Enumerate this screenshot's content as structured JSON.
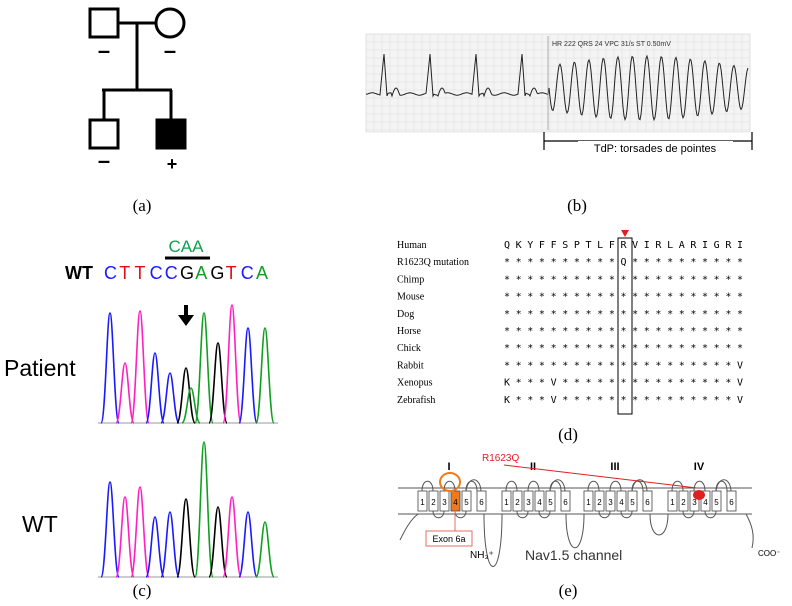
{
  "panel_a": {
    "caption": "(a)",
    "father_sign": "–",
    "mother_sign": "–",
    "sibling_sign": "–",
    "proband_sign": "+"
  },
  "panel_b": {
    "caption": "(b)",
    "ecg_header": "HR 222   QRS 24   VPC 31/s   ST 0.50mV",
    "tdp_label": "TdP: torsades de pointes"
  },
  "panel_c": {
    "caption": "(c)",
    "mutant_codon": "CAA",
    "wt_prefix": "WT",
    "wt_bases": [
      "C",
      "T",
      "T",
      "C",
      "C",
      "G",
      "A",
      "G",
      "T",
      "C",
      "A"
    ],
    "wt_base_colors": [
      "#1a1aff",
      "#e01010",
      "#e01010",
      "#1a1aff",
      "#1a1aff",
      "#000000",
      "#10a020",
      "#000000",
      "#e01010",
      "#1a1aff",
      "#10a020"
    ],
    "patient_label": "Patient",
    "wt_label": "WT"
  },
  "panel_d": {
    "caption": "(d)",
    "rows": [
      {
        "name": "Human",
        "seq": [
          "Q",
          "K",
          "Y",
          "F",
          "F",
          "S",
          "P",
          "T",
          "L",
          "F",
          "R",
          "V",
          "I",
          "R",
          "L",
          "A",
          "R",
          "I",
          "G",
          "R",
          "I"
        ]
      },
      {
        "name": "R1623Q mutation",
        "seq": [
          "*",
          "*",
          "*",
          "*",
          "*",
          "*",
          "*",
          "*",
          "*",
          "*",
          "Q",
          "*",
          "*",
          "*",
          "*",
          "*",
          "*",
          "*",
          "*",
          "*",
          "*"
        ]
      },
      {
        "name": "Chimp",
        "seq": [
          "*",
          "*",
          "*",
          "*",
          "*",
          "*",
          "*",
          "*",
          "*",
          "*",
          "*",
          "*",
          "*",
          "*",
          "*",
          "*",
          "*",
          "*",
          "*",
          "*",
          "*"
        ]
      },
      {
        "name": "Mouse",
        "seq": [
          "*",
          "*",
          "*",
          "*",
          "*",
          "*",
          "*",
          "*",
          "*",
          "*",
          "*",
          "*",
          "*",
          "*",
          "*",
          "*",
          "*",
          "*",
          "*",
          "*",
          "*"
        ]
      },
      {
        "name": "Dog",
        "seq": [
          "*",
          "*",
          "*",
          "*",
          "*",
          "*",
          "*",
          "*",
          "*",
          "*",
          "*",
          "*",
          "*",
          "*",
          "*",
          "*",
          "*",
          "*",
          "*",
          "*",
          "*"
        ]
      },
      {
        "name": "Horse",
        "seq": [
          "*",
          "*",
          "*",
          "*",
          "*",
          "*",
          "*",
          "*",
          "*",
          "*",
          "*",
          "*",
          "*",
          "*",
          "*",
          "*",
          "*",
          "*",
          "*",
          "*",
          "*"
        ]
      },
      {
        "name": "Chick",
        "seq": [
          "*",
          "*",
          "*",
          "*",
          "*",
          "*",
          "*",
          "*",
          "*",
          "*",
          "*",
          "*",
          "*",
          "*",
          "*",
          "*",
          "*",
          "*",
          "*",
          "*",
          "*"
        ]
      },
      {
        "name": "Rabbit",
        "seq": [
          "*",
          "*",
          "*",
          "*",
          "*",
          "*",
          "*",
          "*",
          "*",
          "*",
          "*",
          "*",
          "*",
          "*",
          "*",
          "*",
          "*",
          "*",
          "*",
          "*",
          "V"
        ]
      },
      {
        "name": "Xenopus",
        "seq": [
          "K",
          "*",
          "*",
          "*",
          "V",
          "*",
          "*",
          "*",
          "*",
          "*",
          "*",
          "*",
          "*",
          "*",
          "*",
          "*",
          "*",
          "*",
          "*",
          "*",
          "V"
        ]
      },
      {
        "name": "Zebrafish",
        "seq": [
          "K",
          "*",
          "*",
          "*",
          "V",
          "*",
          "*",
          "*",
          "*",
          "*",
          "*",
          "*",
          "*",
          "*",
          "*",
          "*",
          "*",
          "*",
          "*",
          "*",
          "V"
        ]
      }
    ]
  },
  "panel_e": {
    "caption": "(e)",
    "domains": [
      "I",
      "II",
      "III",
      "IV"
    ],
    "mutation_label": "R1623Q",
    "exon_label": "Exon 6a",
    "channel_label": "Nav1.5 channel",
    "n_term": "NH₃⁺",
    "c_term": "COO⁻",
    "segments": [
      "1",
      "2",
      "3",
      "4",
      "5",
      "6"
    ]
  },
  "colors": {
    "mutation_red": "#e02020",
    "exon_orange": "#f07a1a"
  }
}
